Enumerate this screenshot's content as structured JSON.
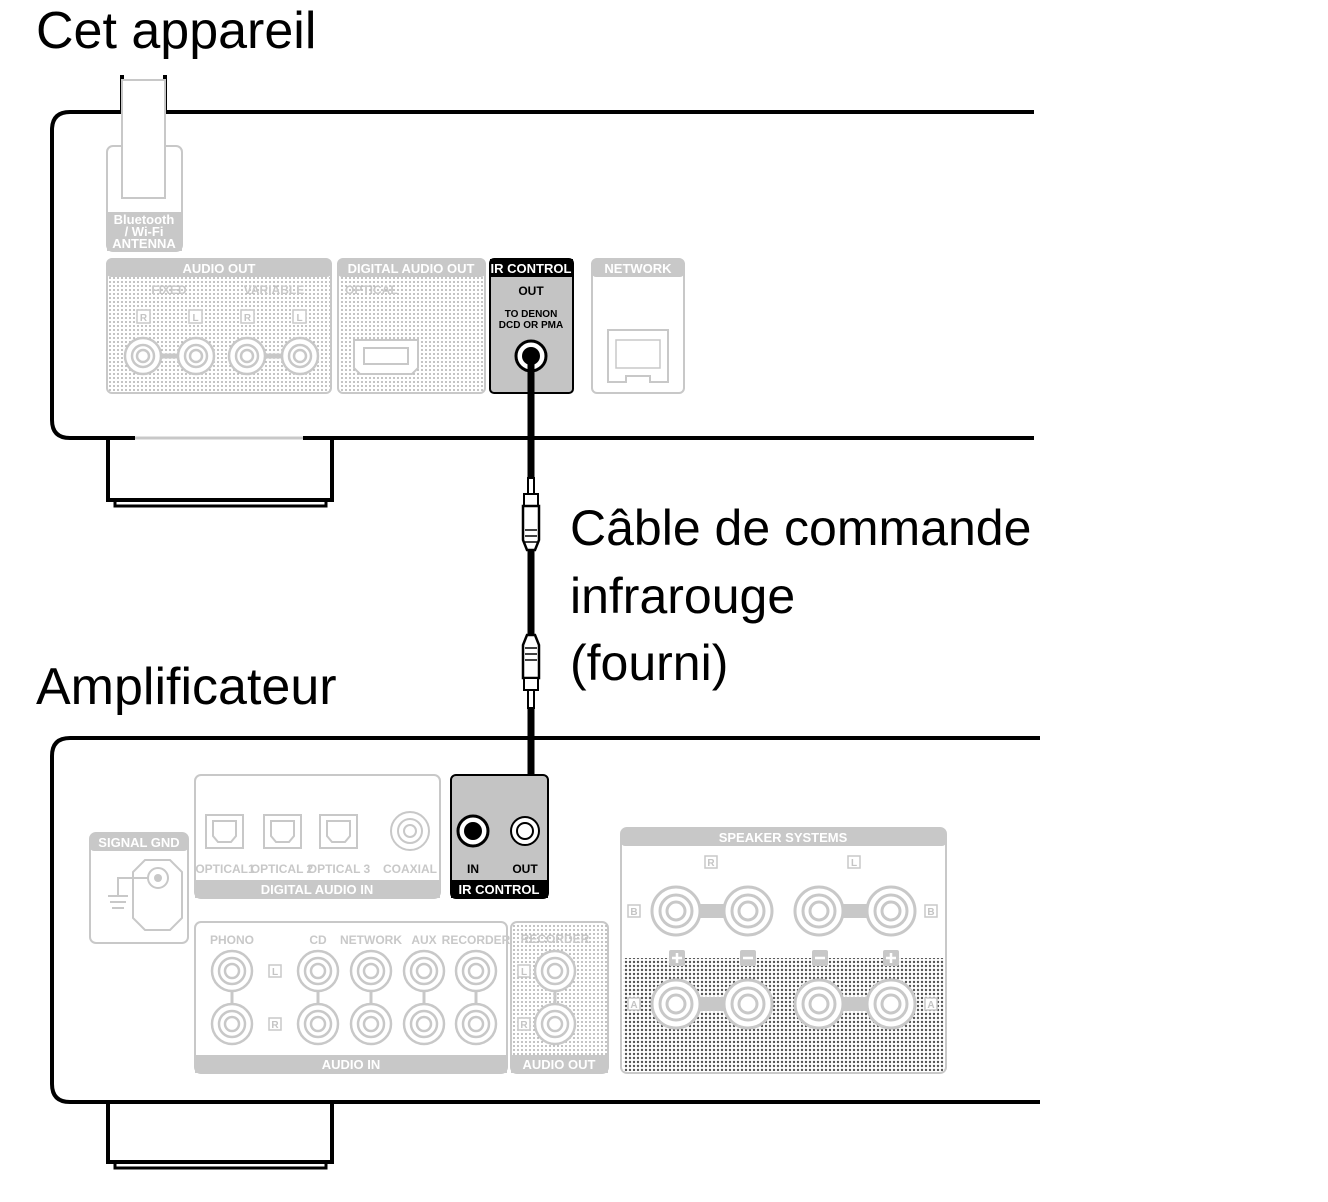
{
  "labels": {
    "device_title": "Cet appareil",
    "amp_title": "Amplificateur",
    "cable_line1": "Câble de commande",
    "cable_line2": "infrarouge",
    "cable_line3": "(fourni)"
  },
  "device_panel": {
    "antenna_line1": "Bluetooth",
    "antenna_line2": "/ Wi-Fi",
    "antenna_line3": "ANTENNA",
    "audio_out": "AUDIO OUT",
    "fixed": "FIXED",
    "variable": "VARIABLE",
    "ch_r": "R",
    "ch_l": "L",
    "digital_audio_out": "DIGITAL AUDIO OUT",
    "optical": "OPTICAL",
    "ir_control": "IR CONTROL",
    "ir_out": "OUT",
    "ir_note1": "TO DENON",
    "ir_note2": "DCD OR PMA",
    "network": "NETWORK"
  },
  "amp_panel": {
    "signal_gnd": "SIGNAL GND",
    "optical1": "OPTICAL1",
    "optical2": "OPTICAL 2",
    "optical3": "OPTICAL 3",
    "coaxial": "COAXIAL",
    "digital_audio_in": "DIGITAL AUDIO IN",
    "ir_in": "IN",
    "ir_out": "OUT",
    "ir_control": "IR CONTROL",
    "speaker_systems": "SPEAKER SYSTEMS",
    "spk_r": "R",
    "spk_l": "L",
    "spk_b": "B",
    "spk_a": "A",
    "phono": "PHONO",
    "cd": "CD",
    "network": "NETWORK",
    "aux": "AUX",
    "recorder": "RECORDER",
    "ch_l": "L",
    "ch_r": "R",
    "audio_in": "AUDIO IN",
    "recorder_out": "RECORDER",
    "audio_out": "AUDIO OUT"
  }
}
